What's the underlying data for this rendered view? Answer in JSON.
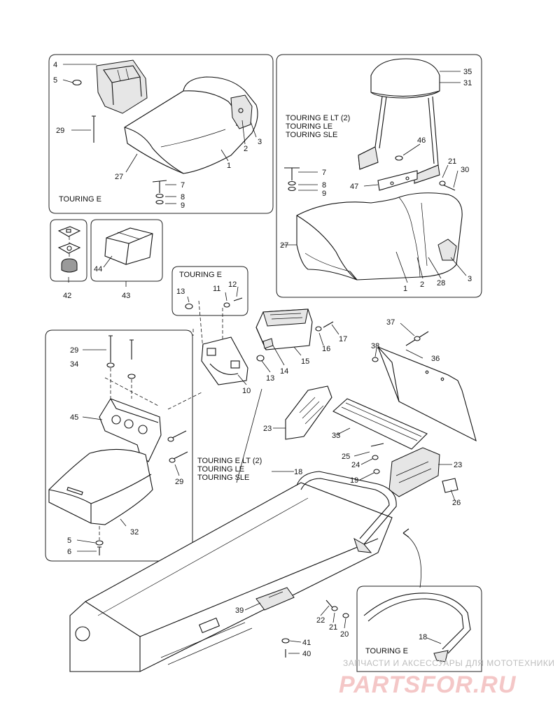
{
  "labels": {
    "touring_e_1": "TOURING E",
    "touring_lt_1": "TOURING E LT (2)",
    "touring_le_1": "TOURING LE",
    "touring_sle_1": "TOURING SLE",
    "touring_e_2": "TOURING E",
    "touring_lt_2": "TOURING E LT (2)",
    "touring_le_2": "TOURING LE",
    "touring_sle_2": "TOURING SLE",
    "touring_e_3": "TOURING E"
  },
  "parts": {
    "p1_a": "1",
    "p1_b": "1",
    "p2_a": "2",
    "p2_b": "2",
    "p3_a": "3",
    "p3_b": "3",
    "p4": "4",
    "p5_a": "5",
    "p5_b": "5",
    "p6": "6",
    "p7_a": "7",
    "p7_b": "7",
    "p8_a": "8",
    "p8_b": "8",
    "p9_a": "9",
    "p9_b": "9",
    "p10": "10",
    "p11": "11",
    "p12": "12",
    "p13_a": "13",
    "p13_b": "13",
    "p14": "14",
    "p15": "15",
    "p16": "16",
    "p17": "17",
    "p18_a": "18",
    "p18_b": "18",
    "p19": "19",
    "p20": "20",
    "p21_a": "21",
    "p21_b": "21",
    "p22": "22",
    "p23_a": "23",
    "p23_b": "23",
    "p24": "24",
    "p25": "25",
    "p26": "26",
    "p27_a": "27",
    "p27_b": "27",
    "p28": "28",
    "p29_a": "29",
    "p29_b": "29",
    "p29_c": "29",
    "p30": "30",
    "p31": "31",
    "p32": "32",
    "p33": "33",
    "p34": "34",
    "p35": "35",
    "p36": "36",
    "p37": "37",
    "p38": "38",
    "p39": "39",
    "p40": "40",
    "p41": "41",
    "p42": "42",
    "p43": "43",
    "p44": "44",
    "p45": "45",
    "p46": "46",
    "p47": "47"
  },
  "watermark": {
    "tagline": "ЗАПЧАСТИ И АКСЕССУАРЫ ДЛЯ МОТОТЕХНИКИ",
    "brand": "PARTSFOR.RU"
  }
}
